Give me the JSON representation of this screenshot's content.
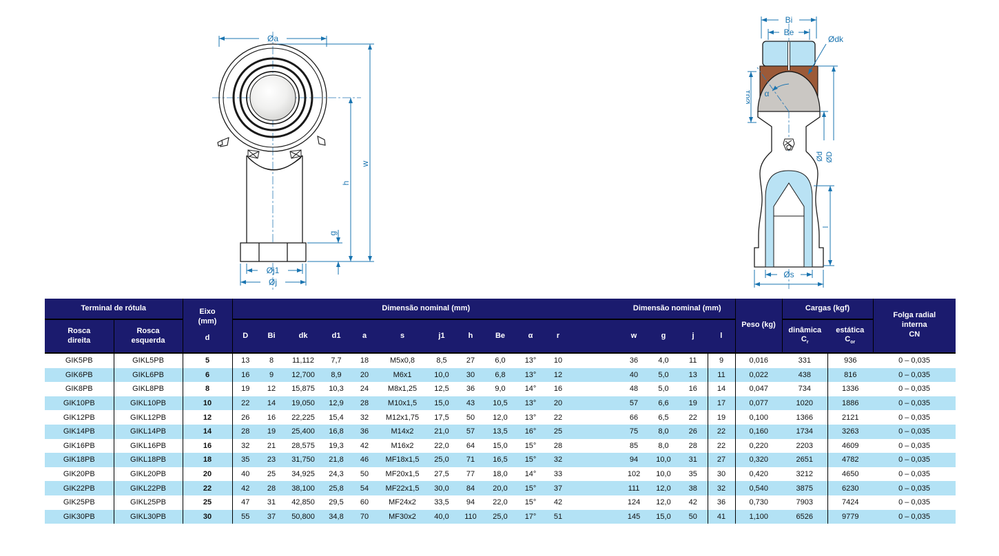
{
  "style": {
    "header_bg": "#1b1b6e",
    "header_text": "#ffffff",
    "row_alt_bg": "#b3e2f5",
    "dimension_line_color": "#1a74b0",
    "outline_color": "#1a1a1a",
    "liner_brown": "#9c5a38",
    "ball_gray": "#cac7c3",
    "thread_lightblue": "#b9e2f4"
  },
  "drawings": {
    "front_view": {
      "labels": {
        "dia_a": "Øa",
        "w": "w",
        "h": "h",
        "g": "g",
        "dia_j1": "Øj1",
        "dia_j": "Øj"
      }
    },
    "section_view": {
      "labels": {
        "bi": "Bi",
        "be": "Be",
        "dia_dk": "Ødk",
        "dia_d1": "Ød1",
        "alpha": "α",
        "dia_d": "Ød",
        "dia_big_d": "ØD",
        "l": "l",
        "dia_s": "Øs"
      }
    }
  },
  "table": {
    "group_headers": {
      "terminal": "Terminal de rótula",
      "eixo_line1": "Eixo",
      "eixo_line2": "(mm)",
      "eixo_sub": "d",
      "dim1": "Dimensão nominal (mm)",
      "dim2": "Dimensão nominal (mm)",
      "peso": "Peso (kg)",
      "cargas": "Cargas (kgf)",
      "folga_line1": "Folga radial",
      "folga_line2": "interna",
      "folga_line3": "CN"
    },
    "sub_headers": {
      "rosca_direita_l1": "Rosca",
      "rosca_direita_l2": "direita",
      "rosca_esquerda_l1": "Rosca",
      "rosca_esquerda_l2": "esquerda",
      "dims1": [
        "D",
        "Bi",
        "dk",
        "d1",
        "a",
        "s",
        "j1",
        "h",
        "Be",
        "α",
        "r"
      ],
      "dims2": [
        "w",
        "g",
        "j",
        "l"
      ],
      "dinamica_top": "dinâmica",
      "dinamica_sym": "C",
      "dinamica_sub": "r",
      "estatica_top": "estática",
      "estatica_sym": "C",
      "estatica_sub": "or"
    },
    "spacer_after_index": 13,
    "rows": [
      [
        "GIK5PB",
        "GIKL5PB",
        "5",
        "13",
        "8",
        "11,112",
        "7,7",
        "18",
        "M5x0,8",
        "8,5",
        "27",
        "6,0",
        "13°",
        "10",
        "36",
        "4,0",
        "11",
        "9",
        "0,016",
        "331",
        "936",
        "0 – 0,035"
      ],
      [
        "GIK6PB",
        "GIKL6PB",
        "6",
        "16",
        "9",
        "12,700",
        "8,9",
        "20",
        "M6x1",
        "10,0",
        "30",
        "6,8",
        "13°",
        "12",
        "40",
        "5,0",
        "13",
        "11",
        "0,022",
        "438",
        "816",
        "0 – 0,035"
      ],
      [
        "GIK8PB",
        "GIKL8PB",
        "8",
        "19",
        "12",
        "15,875",
        "10,3",
        "24",
        "M8x1,25",
        "12,5",
        "36",
        "9,0",
        "14°",
        "16",
        "48",
        "5,0",
        "16",
        "14",
        "0,047",
        "734",
        "1336",
        "0 – 0,035"
      ],
      [
        "GIK10PB",
        "GIKL10PB",
        "10",
        "22",
        "14",
        "19,050",
        "12,9",
        "28",
        "M10x1,5",
        "15,0",
        "43",
        "10,5",
        "13°",
        "20",
        "57",
        "6,6",
        "19",
        "17",
        "0,077",
        "1020",
        "1886",
        "0 – 0,035"
      ],
      [
        "GIK12PB",
        "GIKL12PB",
        "12",
        "26",
        "16",
        "22,225",
        "15,4",
        "32",
        "M12x1,75",
        "17,5",
        "50",
        "12,0",
        "13°",
        "22",
        "66",
        "6,5",
        "22",
        "19",
        "0,100",
        "1366",
        "2121",
        "0 – 0,035"
      ],
      [
        "GIK14PB",
        "GIKL14PB",
        "14",
        "28",
        "19",
        "25,400",
        "16,8",
        "36",
        "M14x2",
        "21,0",
        "57",
        "13,5",
        "16°",
        "25",
        "75",
        "8,0",
        "26",
        "22",
        "0,160",
        "1734",
        "3263",
        "0 – 0,035"
      ],
      [
        "GIK16PB",
        "GIKL16PB",
        "16",
        "32",
        "21",
        "28,575",
        "19,3",
        "42",
        "M16x2",
        "22,0",
        "64",
        "15,0",
        "15°",
        "28",
        "85",
        "8,0",
        "28",
        "22",
        "0,220",
        "2203",
        "4609",
        "0 – 0,035"
      ],
      [
        "GIK18PB",
        "GIKL18PB",
        "18",
        "35",
        "23",
        "31,750",
        "21,8",
        "46",
        "MF18x1,5",
        "25,0",
        "71",
        "16,5",
        "15°",
        "32",
        "94",
        "10,0",
        "31",
        "27",
        "0,320",
        "2651",
        "4782",
        "0 – 0,035"
      ],
      [
        "GIK20PB",
        "GIKL20PB",
        "20",
        "40",
        "25",
        "34,925",
        "24,3",
        "50",
        "MF20x1,5",
        "27,5",
        "77",
        "18,0",
        "14°",
        "33",
        "102",
        "10,0",
        "35",
        "30",
        "0,420",
        "3212",
        "4650",
        "0 – 0,035"
      ],
      [
        "GIK22PB",
        "GIKL22PB",
        "22",
        "42",
        "28",
        "38,100",
        "25,8",
        "54",
        "MF22x1,5",
        "30,0",
        "84",
        "20,0",
        "15°",
        "37",
        "111",
        "12,0",
        "38",
        "32",
        "0,540",
        "3875",
        "6230",
        "0 – 0,035"
      ],
      [
        "GIK25PB",
        "GIKL25PB",
        "25",
        "47",
        "31",
        "42,850",
        "29,5",
        "60",
        "MF24x2",
        "33,5",
        "94",
        "22,0",
        "15°",
        "42",
        "124",
        "12,0",
        "42",
        "36",
        "0,730",
        "7903",
        "7424",
        "0 – 0,035"
      ],
      [
        "GIK30PB",
        "GIKL30PB",
        "30",
        "55",
        "37",
        "50,800",
        "34,8",
        "70",
        "MF30x2",
        "40,0",
        "110",
        "25,0",
        "17°",
        "51",
        "145",
        "15,0",
        "50",
        "41",
        "1,100",
        "6526",
        "9779",
        "0 – 0,035"
      ]
    ]
  }
}
